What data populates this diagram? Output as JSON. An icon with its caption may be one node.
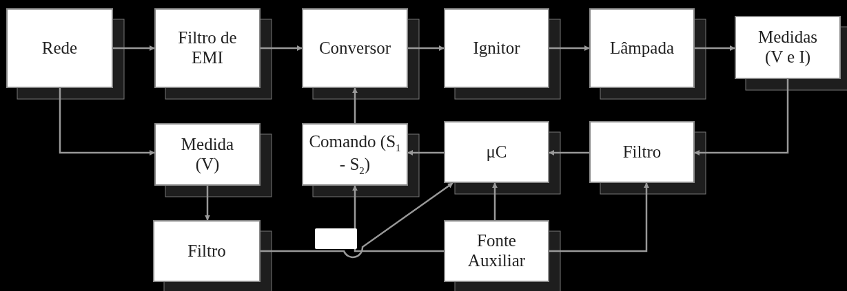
{
  "diagram": {
    "nodes": [
      {
        "text": [
          "Rede"
        ]
      },
      {
        "text": [
          "Filtro de EMI"
        ]
      },
      {
        "text": [
          "Conversor"
        ]
      },
      {
        "text": [
          "Ignitor"
        ]
      },
      {
        "text": [
          "Lâmpada"
        ]
      },
      {
        "text": [
          "Medidas (V e I)"
        ]
      },
      {
        "text": [
          "Medida (V)"
        ]
      },
      {
        "text": [
          "Comando (S$_{1}$ - S$_{2}$)"
        ]
      },
      {
        "text": [
          "μC"
        ]
      },
      {
        "text": [
          "Filtro"
        ]
      },
      {
        "text": [
          "Filtro"
        ]
      },
      {
        "text": [],
        "shape": "box"
      },
      {
        "text": [
          "Fonte Auxiliar"
        ]
      }
    ],
    "edges": [
      {
        "from": 0,
        "to": 1,
        "arrow": "to"
      },
      {
        "from": 1,
        "to": 2,
        "arrow": "to"
      },
      {
        "from": 2,
        "to": 3,
        "arrow": "to"
      },
      {
        "from": 3,
        "to": 4,
        "arrow": "to"
      },
      {
        "from": 4,
        "to": 5,
        "arrow": "to"
      },
      {
        "from": 0,
        "to": 6,
        "arrow": "to"
      },
      {
        "from": 5,
        "to": 9,
        "arrow": "to"
      },
      {
        "from": 9,
        "to": 8,
        "arrow": "to"
      },
      {
        "from": 8,
        "to": 7,
        "arrow": "to"
      },
      {
        "from": 7,
        "to": 2,
        "arrow": "to"
      },
      {
        "from": 6,
        "to": 10,
        "arrow": "to"
      },
      {
        "from": 10,
        "to": 8,
        "arrow": "to"
      },
      {
        "from": 12,
        "to": 7,
        "arrow": "to"
      },
      {
        "from": 12,
        "to": 8,
        "arrow": "to"
      },
      {
        "from": 12,
        "to": 9,
        "arrow": "to"
      }
    ]
  }
}
